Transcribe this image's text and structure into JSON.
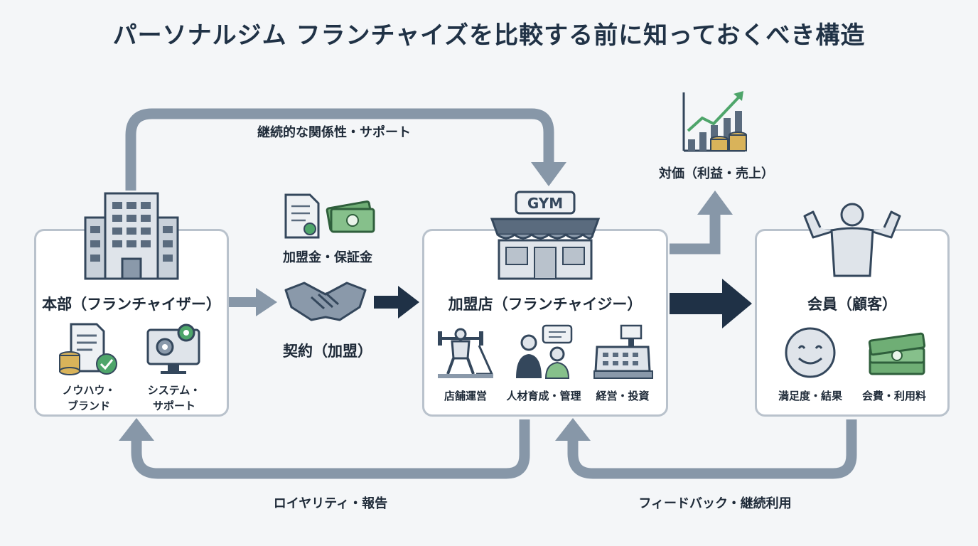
{
  "title": "パーソナルジム フランチャイズを比較する前に知っておくべき構造",
  "flows": {
    "top": "継続的な関係性・サポート",
    "bottom_left": "ロイヤリティ・報告",
    "bottom_right": "フィードバック・継続利用"
  },
  "headquarters": {
    "label": "本部（フランチャイザー）",
    "items": [
      {
        "line1": "ノウハウ・",
        "line2": "ブランド",
        "icon": "document-coins-icon"
      },
      {
        "line1": "システム・",
        "line2": "サポート",
        "icon": "monitor-gears-icon"
      }
    ]
  },
  "contract": {
    "fee_label": "加盟金・保証金",
    "label": "契約（加盟）"
  },
  "franchisee": {
    "sign": "GYM",
    "label": "加盟店（フランチャイジー）",
    "items": [
      {
        "label": "店舗運営",
        "icon": "gym-equipment-icon"
      },
      {
        "label": "人材育成・管理",
        "icon": "staff-training-icon"
      },
      {
        "label": "経営・投資",
        "icon": "cash-register-icon"
      }
    ]
  },
  "revenue": {
    "label": "対価（利益・売上）"
  },
  "members": {
    "label": "会員（顧客）",
    "items": [
      {
        "label": "満足度・結果",
        "icon": "smiley-icon"
      },
      {
        "label": "会費・利用料",
        "icon": "cash-stack-icon"
      }
    ]
  },
  "colors": {
    "arrow_gray": "#8797a8",
    "arrow_dark": "#1f3146",
    "box_border": "#b9c2cc",
    "accent_green": "#4ea56a"
  }
}
